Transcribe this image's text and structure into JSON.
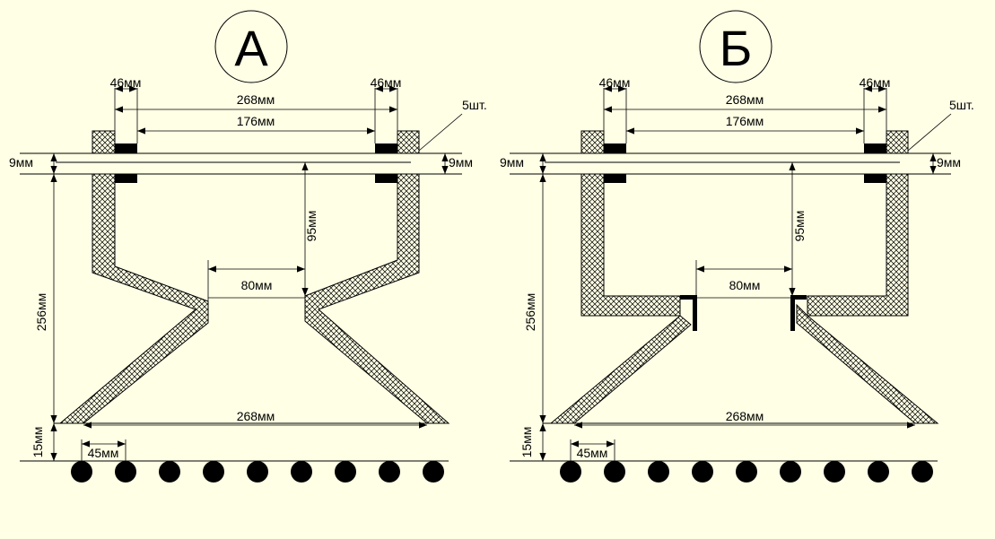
{
  "panels": [
    {
      "id": "a",
      "title": "А",
      "dims": {
        "top_left_width": "46мм",
        "top_right_width": "46мм",
        "outer_span": "268мм",
        "inner_span": "176мм",
        "count": "5шт.",
        "left_gap": "9мм",
        "right_gap": "9мм",
        "height": "95мм",
        "total_height": "256мм",
        "throat": "80мм",
        "bottom_span": "268мм",
        "bottom_gap": "15мм",
        "pitch": "45мм"
      }
    },
    {
      "id": "b",
      "title": "Б",
      "dims": {
        "top_left_width": "46мм",
        "top_right_width": "46мм",
        "outer_span": "268мм",
        "inner_span": "176мм",
        "count": "5шт.",
        "left_gap": "9мм",
        "right_gap": "9мм",
        "height": "95мм",
        "total_height": "256мм",
        "throat": "80мм",
        "bottom_span": "268мм",
        "bottom_gap": "15мм",
        "pitch": "45мм"
      }
    }
  ],
  "colors": {
    "background": "#ffffe6",
    "ink": "#000000"
  }
}
